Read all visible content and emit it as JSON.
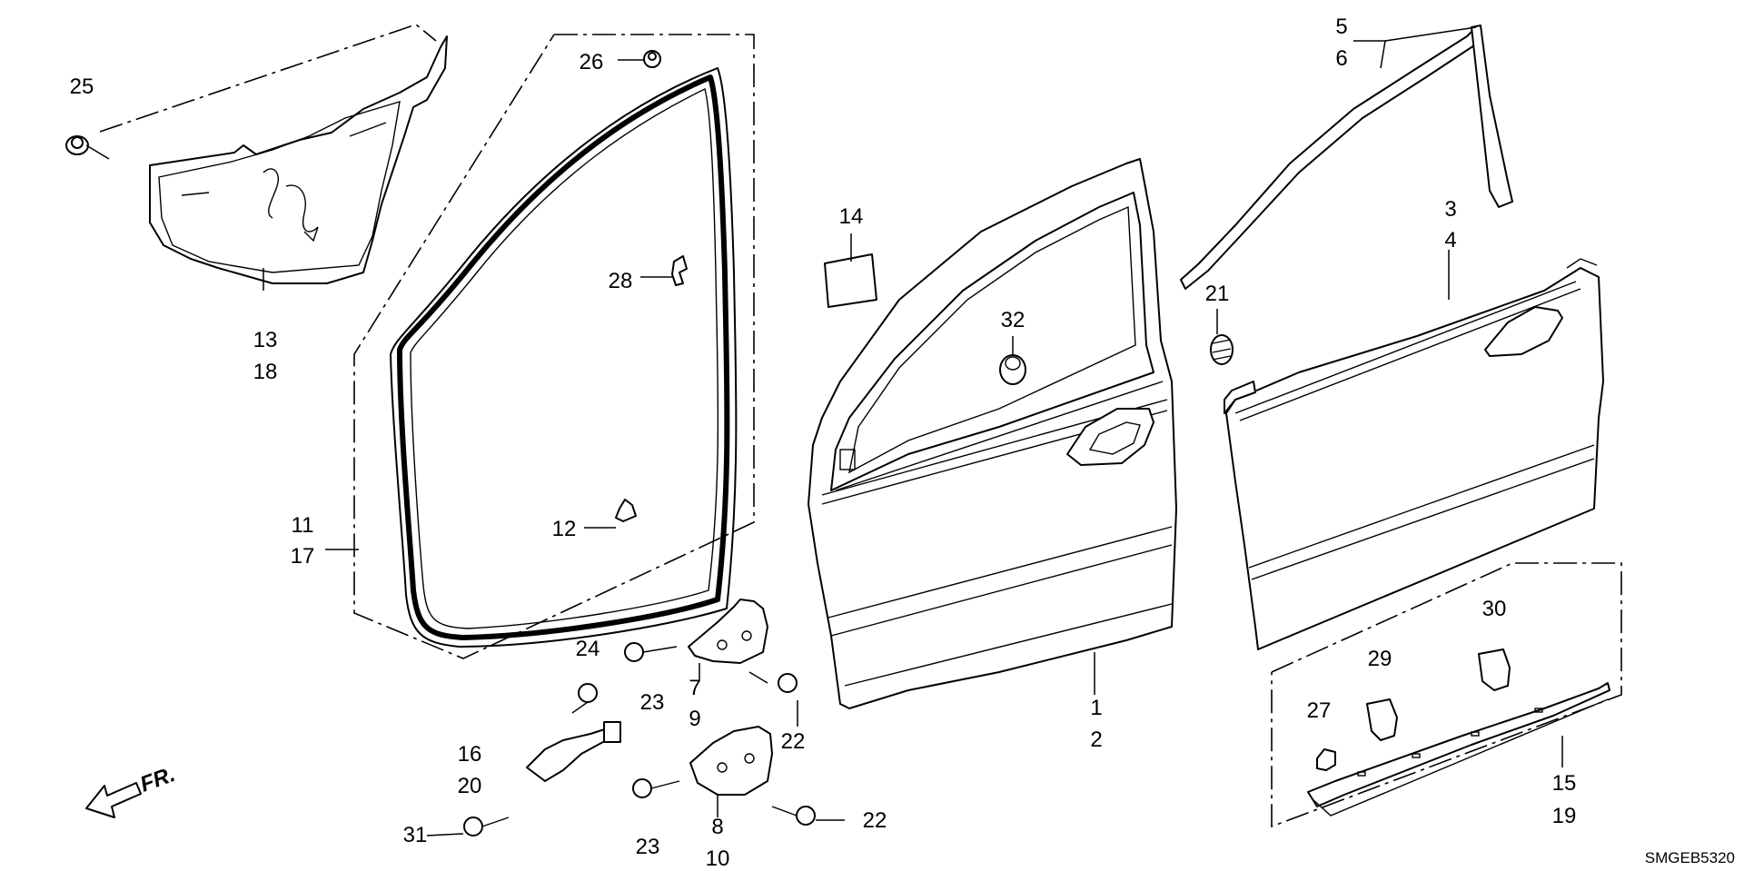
{
  "diagram": {
    "type": "exploded-parts-diagram",
    "code": "SMGEB5320",
    "direction_label": "FR.",
    "callouts": [
      {
        "id": "c1",
        "lines": [
          "1",
          "2"
        ]
      },
      {
        "id": "c3",
        "lines": [
          "3",
          "4"
        ]
      },
      {
        "id": "c5",
        "lines": [
          "5",
          "6"
        ]
      },
      {
        "id": "c7",
        "lines": [
          "7",
          "9"
        ]
      },
      {
        "id": "c8",
        "lines": [
          "8",
          "10"
        ]
      },
      {
        "id": "c11",
        "lines": [
          "11",
          "17"
        ]
      },
      {
        "id": "c12",
        "lines": [
          "12"
        ]
      },
      {
        "id": "c13",
        "lines": [
          "13",
          "18"
        ]
      },
      {
        "id": "c14",
        "lines": [
          "14"
        ]
      },
      {
        "id": "c15",
        "lines": [
          "15",
          "19"
        ]
      },
      {
        "id": "c16",
        "lines": [
          "16",
          "20"
        ]
      },
      {
        "id": "c21",
        "lines": [
          "21"
        ]
      },
      {
        "id": "c22a",
        "lines": [
          "22"
        ]
      },
      {
        "id": "c22b",
        "lines": [
          "22"
        ]
      },
      {
        "id": "c23a",
        "lines": [
          "23"
        ]
      },
      {
        "id": "c23b",
        "lines": [
          "23"
        ]
      },
      {
        "id": "c24",
        "lines": [
          "24"
        ]
      },
      {
        "id": "c25",
        "lines": [
          "25"
        ]
      },
      {
        "id": "c26",
        "lines": [
          "26"
        ]
      },
      {
        "id": "c27",
        "lines": [
          "27"
        ]
      },
      {
        "id": "c28",
        "lines": [
          "28"
        ]
      },
      {
        "id": "c29",
        "lines": [
          "29"
        ]
      },
      {
        "id": "c30",
        "lines": [
          "30"
        ]
      },
      {
        "id": "c31",
        "lines": [
          "31"
        ]
      },
      {
        "id": "c32",
        "lines": [
          "32"
        ]
      }
    ]
  }
}
